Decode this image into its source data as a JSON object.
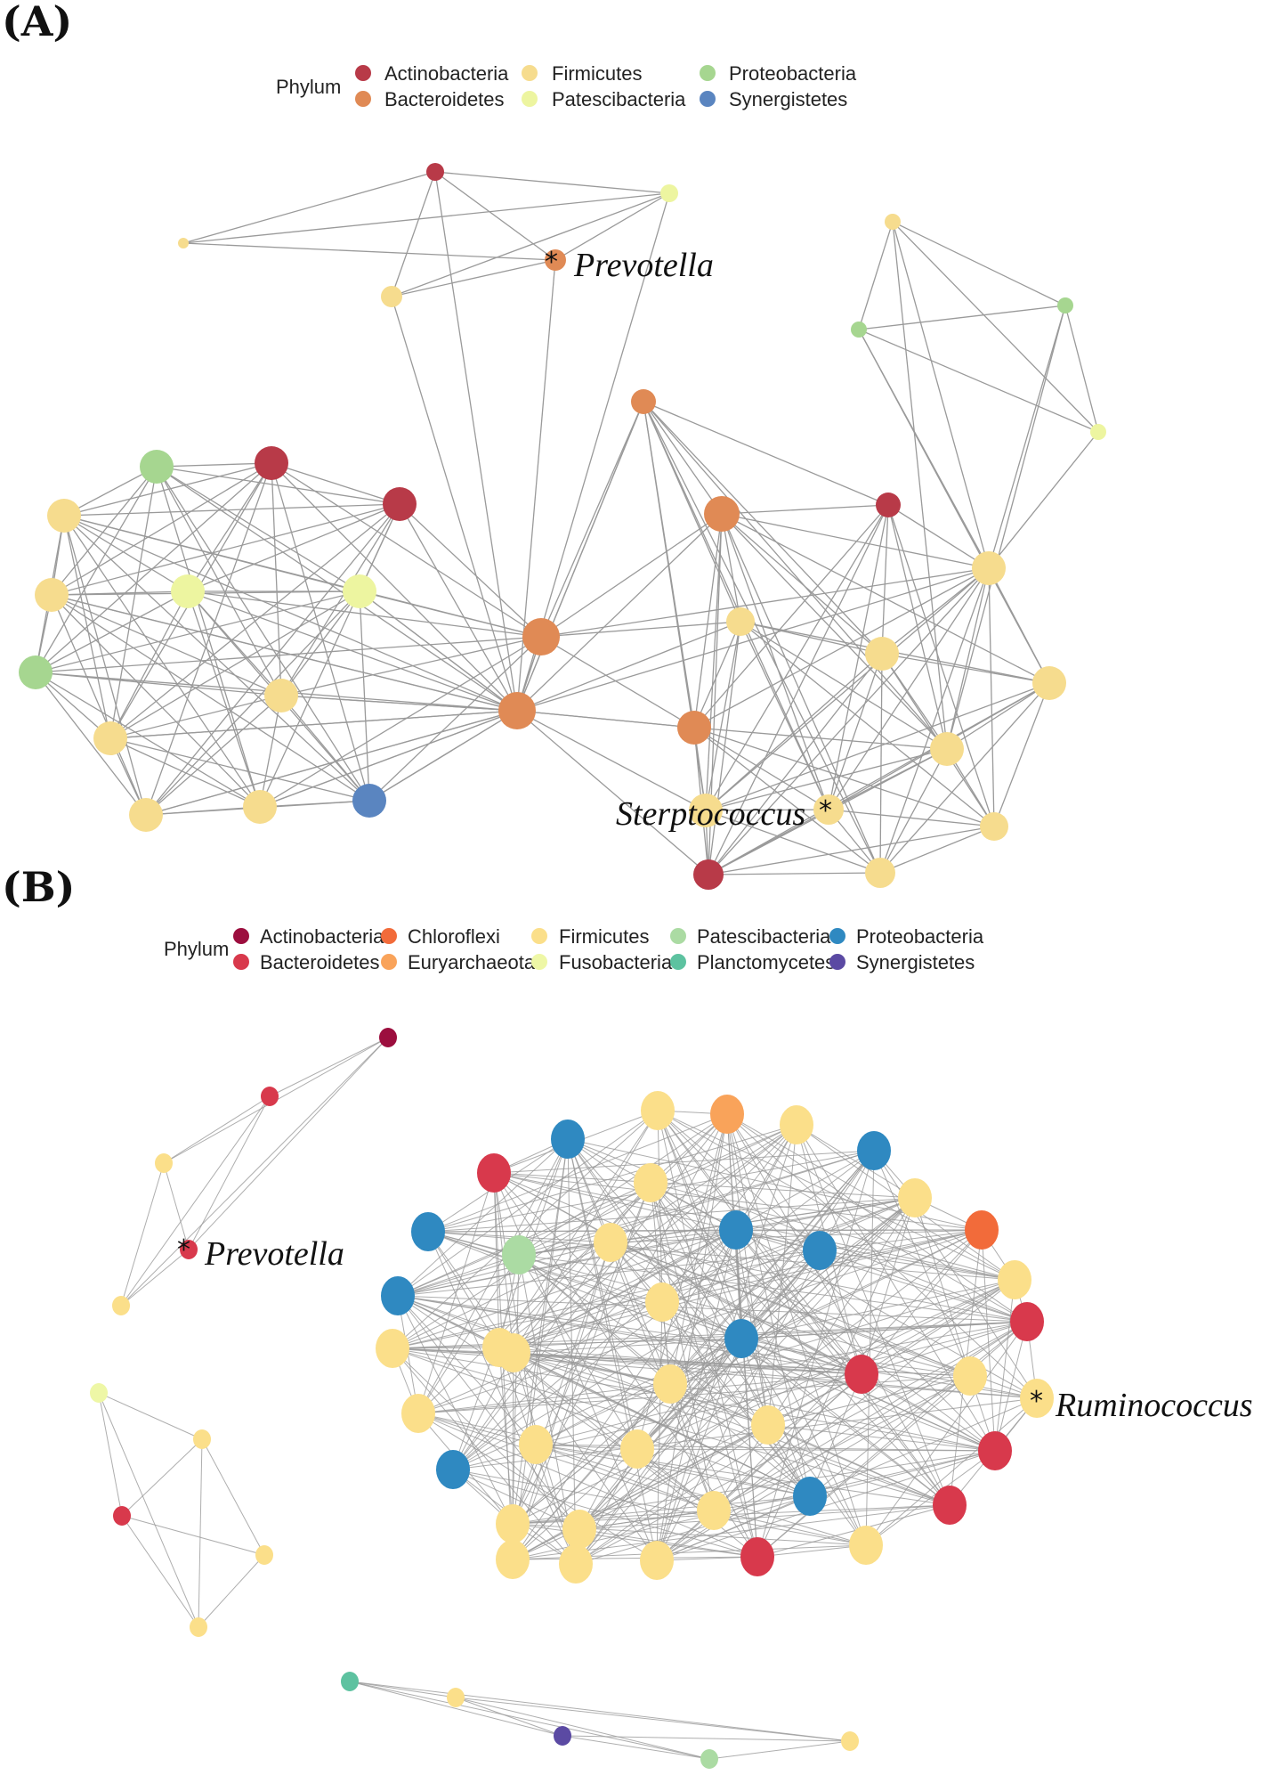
{
  "panels": [
    {
      "label": "(A)",
      "legend": {
        "title": "Phylum",
        "items": [
          {
            "name": "Actinobacteria",
            "color": "#b83a48"
          },
          {
            "name": "Bacteroidetes",
            "color": "#e08a55"
          },
          {
            "name": "Firmicutes",
            "color": "#f6dc8e"
          },
          {
            "name": "Patescibacteria",
            "color": "#edf5a0"
          },
          {
            "name": "Proteobacteria",
            "color": "#a6d690"
          },
          {
            "name": "Synergistetes",
            "color": "#5a85c0"
          }
        ]
      },
      "annotations": [
        {
          "star": "*",
          "text": "Prevotella"
        },
        {
          "star": "*",
          "text": "Sterptococcus"
        }
      ]
    },
    {
      "label": "(B)",
      "legend": {
        "title": "Phylum",
        "items": [
          {
            "name": "Actinobacteria",
            "color": "#9c0e3e"
          },
          {
            "name": "Bacteroidetes",
            "color": "#d8394c"
          },
          {
            "name": "Chloroflexi",
            "color": "#f26b3a"
          },
          {
            "name": "Euryarchaeota",
            "color": "#f9a35a"
          },
          {
            "name": "Firmicutes",
            "color": "#fbdf8a"
          },
          {
            "name": "Fusobacteria",
            "color": "#eef7a6"
          },
          {
            "name": "Patescibacteria",
            "color": "#abdba3"
          },
          {
            "name": "Planctomycetes",
            "color": "#5dc2a0"
          },
          {
            "name": "Proteobacteria",
            "color": "#2f89c1"
          },
          {
            "name": "Synergistetes",
            "color": "#5b4aa3"
          }
        ]
      },
      "annotations": [
        {
          "star": "*",
          "text": "Prevotella"
        },
        {
          "star": "*",
          "text": "Ruminococcus"
        }
      ]
    }
  ]
}
